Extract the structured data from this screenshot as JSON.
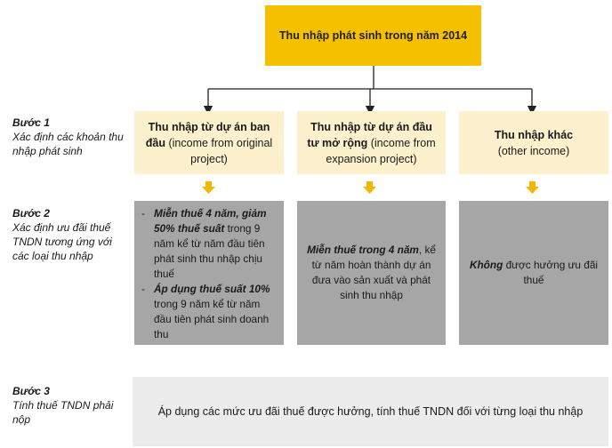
{
  "top": {
    "title": "Thu nhập phát sinh trong năm 2014"
  },
  "steps": [
    {
      "title": "Bước 1",
      "desc": "Xác định các khoản thu nhập phát sinh"
    },
    {
      "title": "Bước 2",
      "desc": "Xác định ưu đãi thuế TNDN tương ứng với các loại thu nhập"
    },
    {
      "title": "Bước 3",
      "desc": "Tính thuế TNDN phải nộp"
    }
  ],
  "income_boxes": [
    {
      "bold": "Thu nhập từ dự án ban đầu",
      "normal": " (income from original project)"
    },
    {
      "bold": "Thu nhập từ dự án đầu tư mở rộng",
      "normal": " (income from expansion project)"
    },
    {
      "bold": "Thu nhập khác",
      "normal": "(other income)"
    }
  ],
  "incentive_boxes": {
    "col1": [
      {
        "bi": "Miễn thuế 4 năm, giảm 50% thuế suất",
        "rest": " trong 9 năm kể từ năm đầu tiên phát sinh thu nhập chịu thuế"
      },
      {
        "bi": "Áp dụng thuế suất 10%",
        "rest": " trong 9 năm kể từ năm đầu tiên phát sinh doanh thu"
      }
    ],
    "col2": {
      "bi": "Miễn thuế trong 4 năm",
      "rest": ", kể từ năm hoàn thành dự án đưa vào sản xuất và phát sinh thu nhập"
    },
    "col3": {
      "bi": "Không",
      "rest": " được hưởng ưu đãi thuế"
    }
  },
  "bottom": {
    "text": "Áp dụng các mức ưu đãi thuế được hưởng, tính thuế TNDN đối với từng loại thu nhập"
  },
  "colors": {
    "gold": "#f5c000",
    "cream": "#fdf0cc",
    "gray": "#a6a6a6",
    "lightgray": "#ececec",
    "arrow": "#f2b705"
  }
}
